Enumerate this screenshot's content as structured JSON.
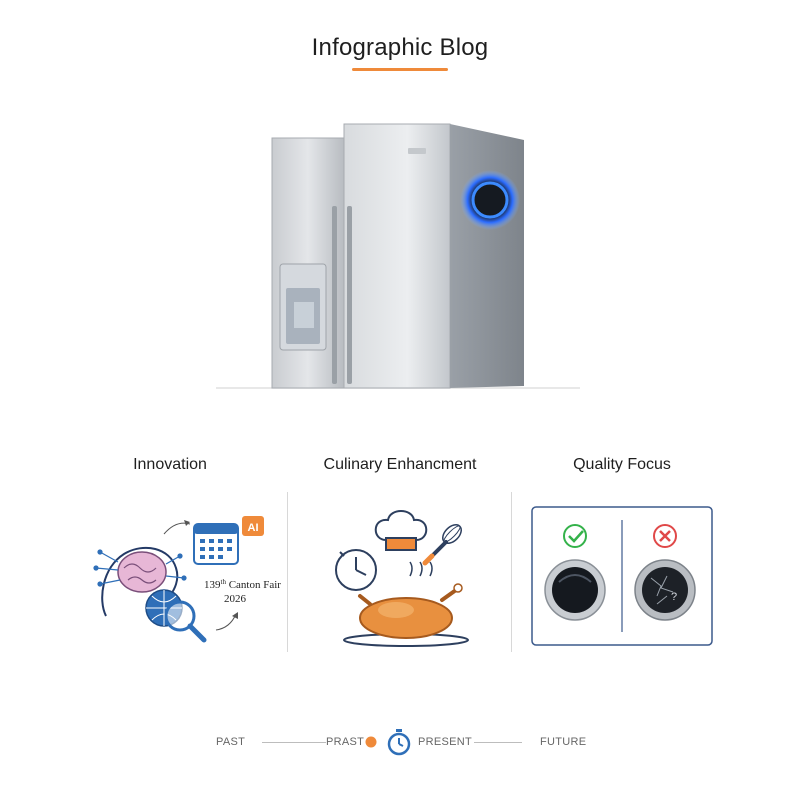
{
  "header": {
    "title": "Infographic Blog"
  },
  "columns": [
    {
      "heading": "Innovation",
      "badge": "AI",
      "fair_number": "139",
      "fair_suffix": "th",
      "fair_name": " Canton Fair",
      "fair_year": "2026"
    },
    {
      "heading": "Culinary Enhancment"
    },
    {
      "heading": "Quality Focus",
      "bad_mark": "?"
    }
  ],
  "timeline": {
    "labels": [
      "PAST",
      "PRAST",
      "PRESENT",
      "FUTURE"
    ]
  },
  "colors": {
    "accent": "#ef8a3a",
    "blue": "#2f6fb8",
    "check": "#34b24a",
    "cross": "#e04848"
  },
  "icons": [
    "fridge-icon",
    "brain-icon",
    "calendar-icon",
    "globe-icon",
    "magnifier-icon",
    "clock-icon",
    "chef-hat-icon",
    "whisk-icon",
    "roast-chicken-icon",
    "check-icon",
    "cross-icon",
    "knob-icon",
    "stopwatch-icon"
  ]
}
